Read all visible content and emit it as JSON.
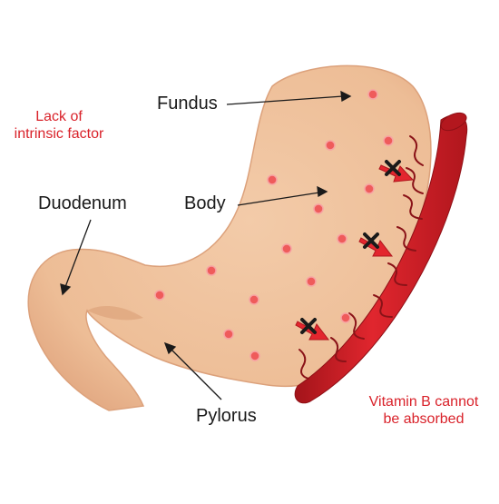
{
  "labels": {
    "fundus": "Fundus",
    "body": "Body",
    "duodenum": "Duodenum",
    "pylorus": "Pylorus"
  },
  "notes": {
    "lack_line1": "Lack of",
    "lack_line2": "intrinsic factor",
    "vitb_line1": "Vitamin B cannot",
    "vitb_line2": "be absorbed"
  },
  "colors": {
    "stomach": "#efc09a",
    "stomach_shade": "#e2a67f",
    "vessel": "#d9222a",
    "vessel_dark": "#9e1218",
    "dot": "#ef5b5b",
    "arrow": "#e3262e",
    "blocked_mark": "#1a1a1a",
    "text_dark": "#1a1a1a",
    "text_red": "#d9222a"
  },
  "blocked_transport_count": 3
}
